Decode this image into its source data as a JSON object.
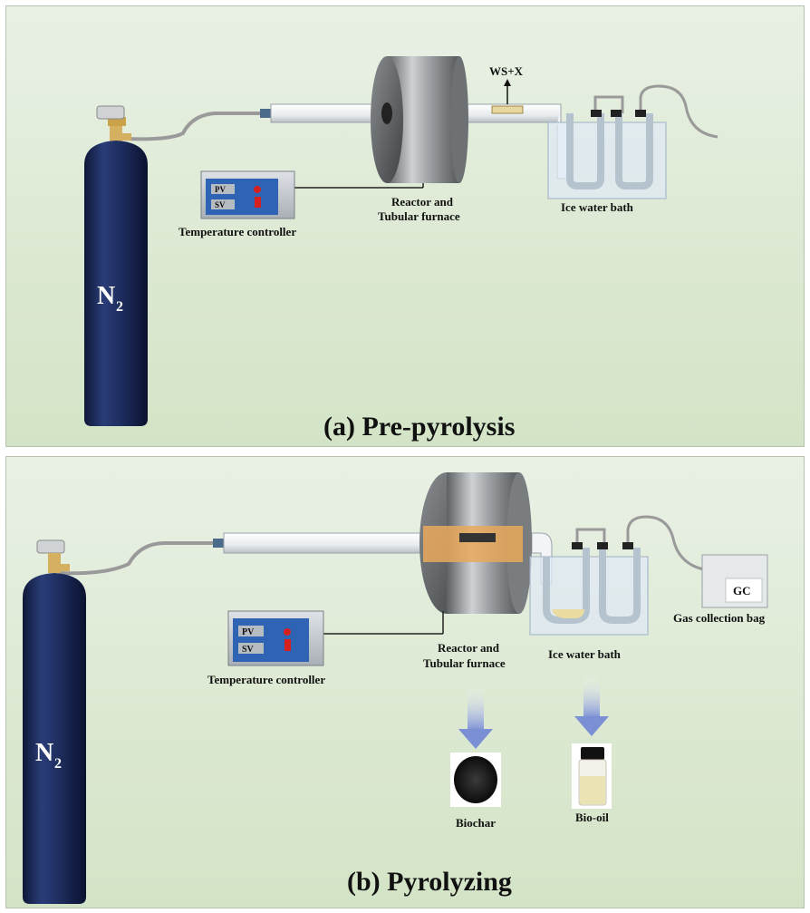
{
  "panel_a": {
    "caption": "(a) Pre-pyrolysis",
    "cylinder_label": "N",
    "cylinder_subscript": "2",
    "sample_label": "WS+X",
    "controller_label": "Temperature controller",
    "controller_pv": "PV",
    "controller_sv": "SV",
    "furnace_label_line1": "Reactor and",
    "furnace_label_line2": "Tubular furnace",
    "bath_label": "Ice water bath"
  },
  "panel_b": {
    "caption": "(b) Pyrolyzing",
    "cylinder_label": "N",
    "cylinder_subscript": "2",
    "controller_label": "Temperature controller",
    "controller_pv": "PV",
    "controller_sv": "SV",
    "furnace_label_line1": "Reactor and",
    "furnace_label_line2": "Tubular furnace",
    "bath_label": "Ice water bath",
    "gc_label": "GC",
    "bag_label": "Gas collection bag",
    "biochar_label": "Biochar",
    "biooil_label": "Bio-oil"
  },
  "colors": {
    "cylinder": "#1c2a57",
    "controller": "#2f63b3",
    "furnace": "#8f9294",
    "arrow": "#8a9bd6"
  }
}
